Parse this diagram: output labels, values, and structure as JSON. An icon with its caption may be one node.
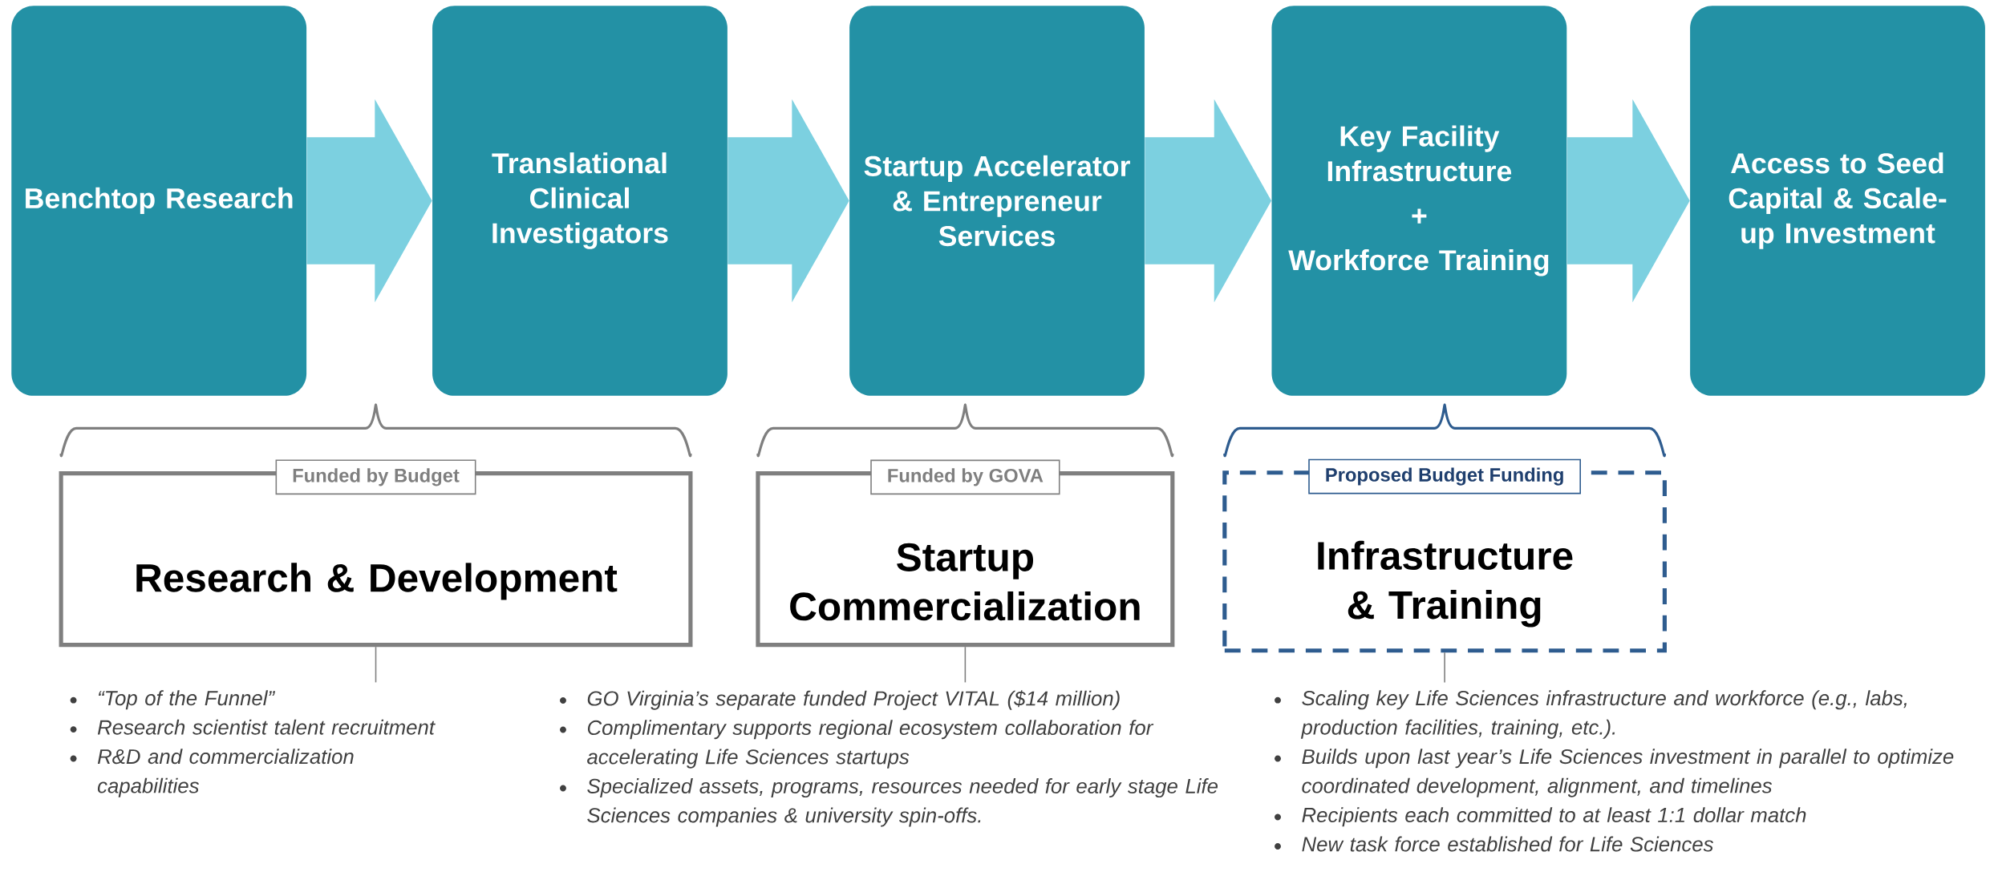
{
  "diagram": {
    "nodes": [
      {
        "text": [
          "Benchtop Research"
        ]
      },
      {
        "text": [
          "Translational Clinical Investigators"
        ]
      },
      {
        "text": [
          "Startup Accelerator & Entrepreneur Services"
        ]
      },
      {
        "text": [
          "Key Facility Infrastructure",
          "+",
          "Workforce Training"
        ]
      },
      {
        "text": [
          "Access to Seed Capital & Scale-up Investment"
        ]
      },
      {
        "text": [
          "Funded by Budget",
          "Research & Development"
        ]
      },
      {
        "text": [
          "Funded by GOVA",
          "Startup Commercialization"
        ]
      },
      {
        "text": [
          "Proposed Budget Funding",
          "Infrastructure & Training"
        ]
      },
      {
        "text": [
          "“Top of the Funnel”",
          "Research scientist talent recruitment",
          "R&D and commercialization capabilities"
        ]
      },
      {
        "text": [
          "GO Virginia’s separate funded Project VITAL ($14 million)",
          "Complimentary supports regional ecosystem collaboration for accelerating Life Sciences startups",
          "Specialized assets, programs, resources needed for early stage Life Sciences companies & university spin-offs."
        ]
      },
      {
        "text": [
          "Scaling key Life Sciences infrastructure and workforce (e.g., labs, production facilities, training, etc.).",
          "Builds upon last year’s Life Sciences investment in parallel to optimize coordinated development, alignment, and timelines",
          "Recipients each committed to at least 1:1 dollar match",
          "New task force established for Life Sciences"
        ]
      }
    ],
    "edges": [
      {
        "from": 0,
        "to": 1,
        "arrow": "to"
      },
      {
        "from": 1,
        "to": 2,
        "arrow": "to"
      },
      {
        "from": 2,
        "to": 3,
        "arrow": "to"
      },
      {
        "from": 3,
        "to": 4,
        "arrow": "to"
      },
      {
        "from": 5,
        "to": 8,
        "arrow": "none",
        "color": "#7f7f7f"
      },
      {
        "from": 6,
        "to": 9,
        "arrow": "none",
        "color": "#7f7f7f"
      },
      {
        "from": 7,
        "to": 10,
        "arrow": "none",
        "color": "#7f7f7f"
      }
    ]
  }
}
